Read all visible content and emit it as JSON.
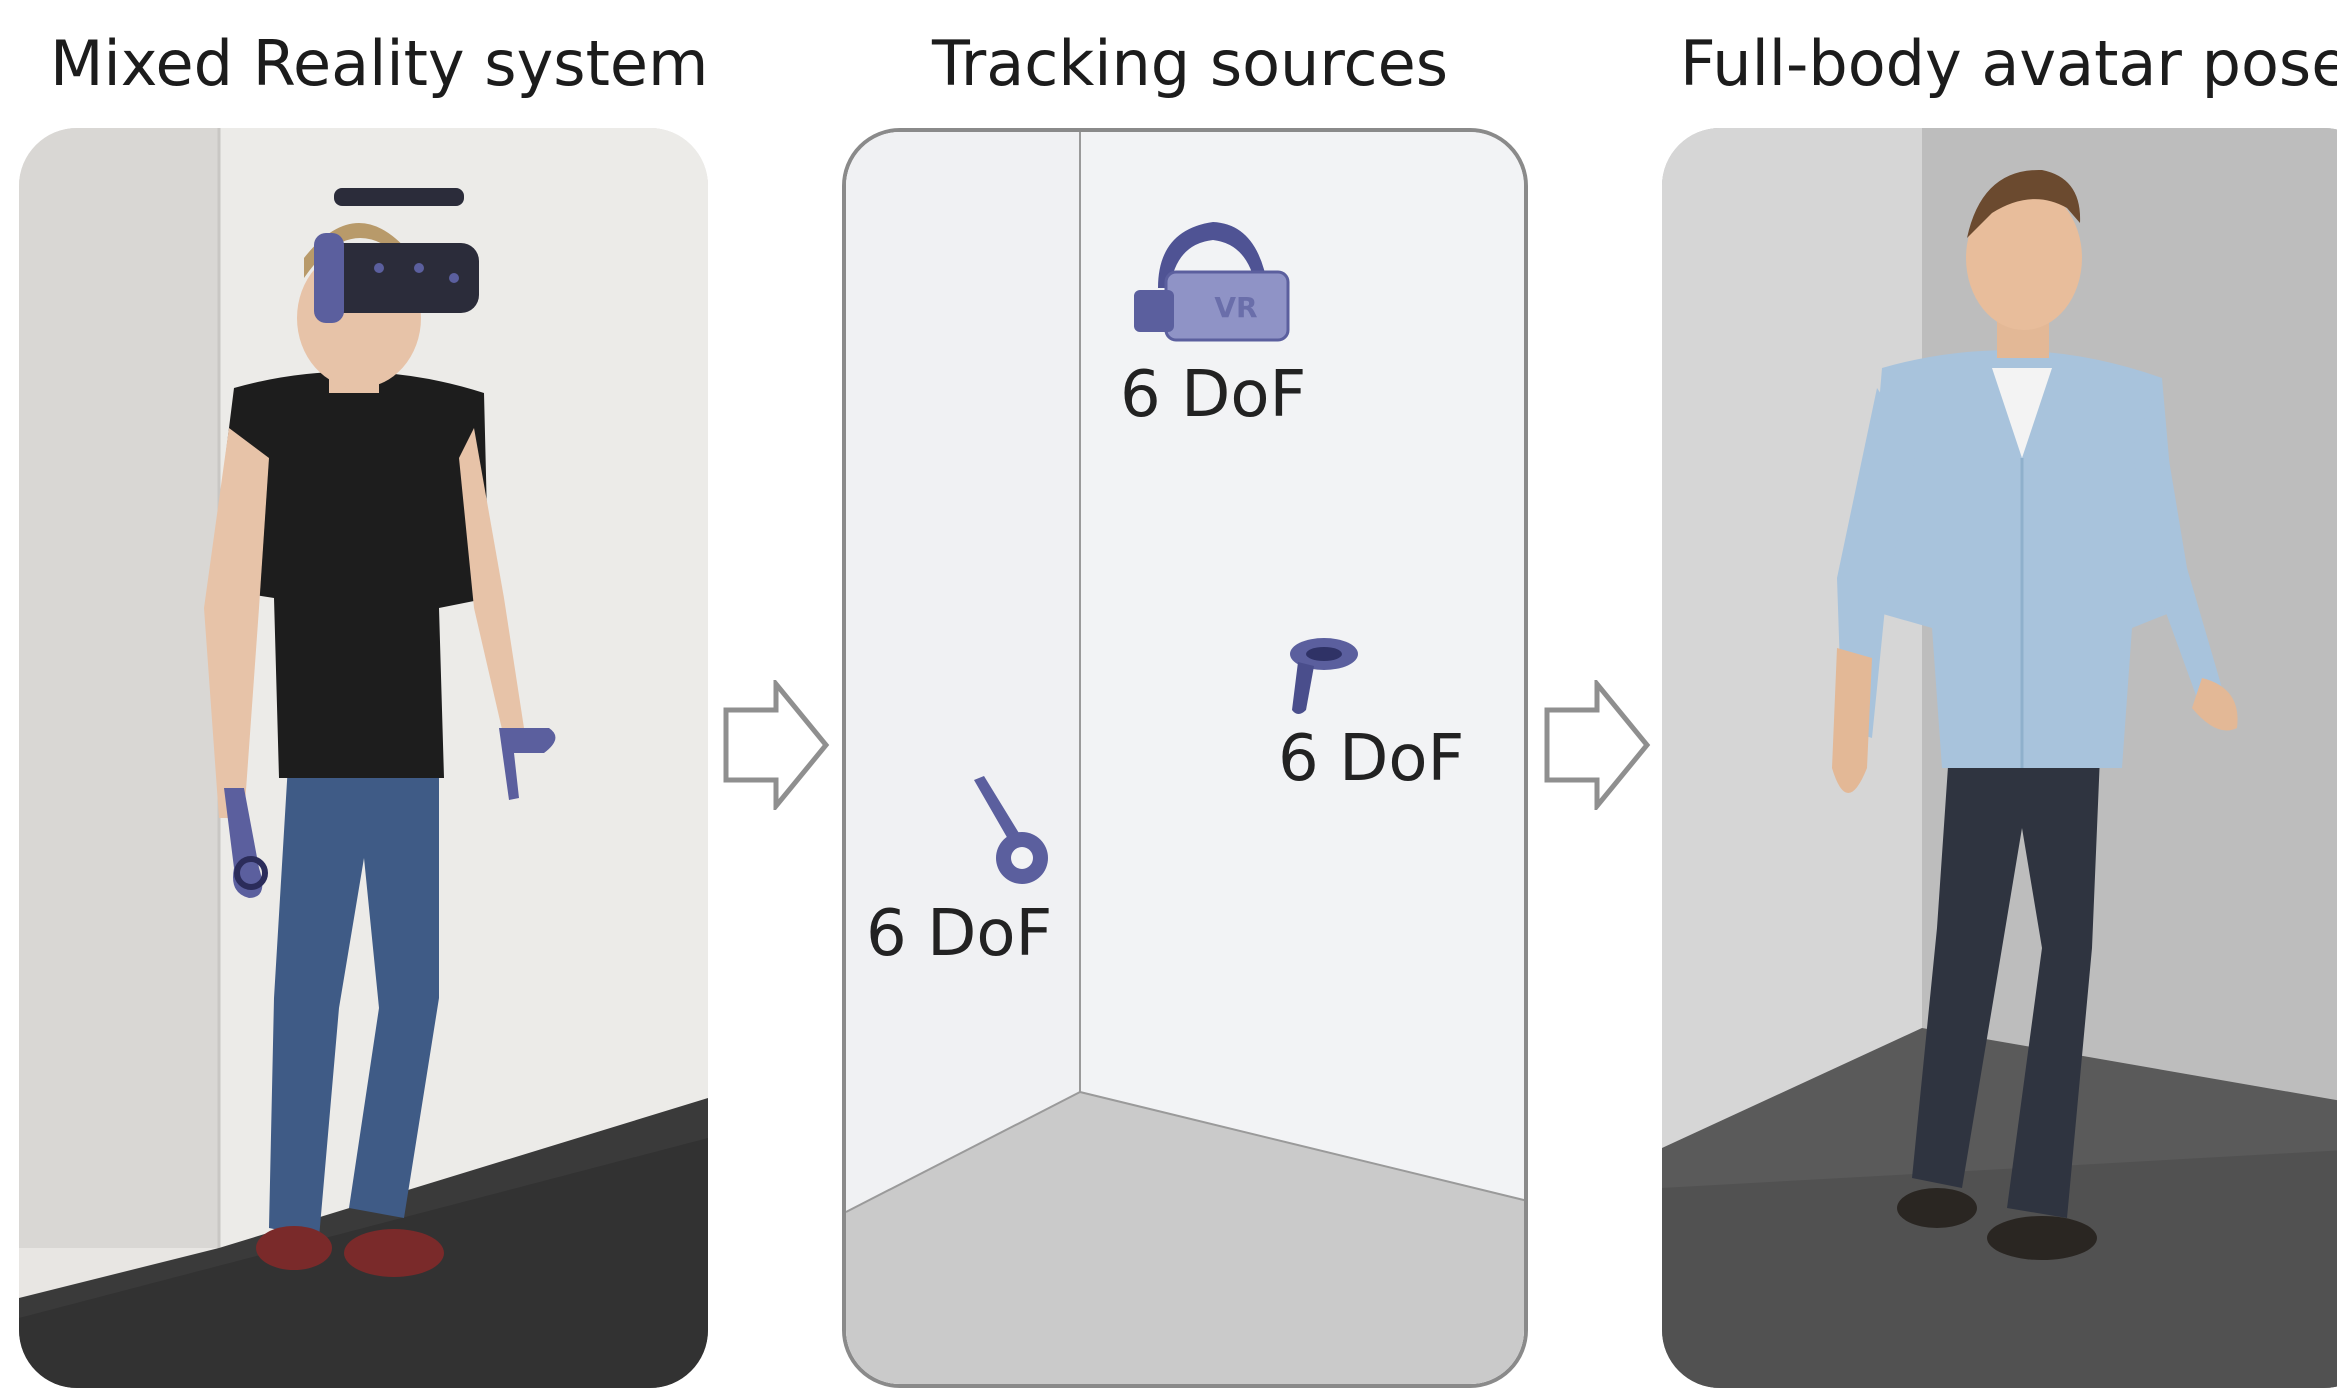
{
  "panels": {
    "mixed_reality": {
      "title": "Mixed Reality system"
    },
    "tracking": {
      "title": "Tracking sources",
      "headset": {
        "badge": "VR",
        "label": "6 DoF"
      },
      "right_controller": {
        "label": "6 DoF"
      },
      "left_controller": {
        "label": "6 DoF"
      }
    },
    "avatar": {
      "title": "Full-body avatar pose"
    }
  },
  "colors": {
    "device_blue": "#5b5f9e",
    "panel_border": "#8a8a8a",
    "arrow_stroke": "#8f8f8f",
    "shirt_blue": "#a8c3dc"
  }
}
